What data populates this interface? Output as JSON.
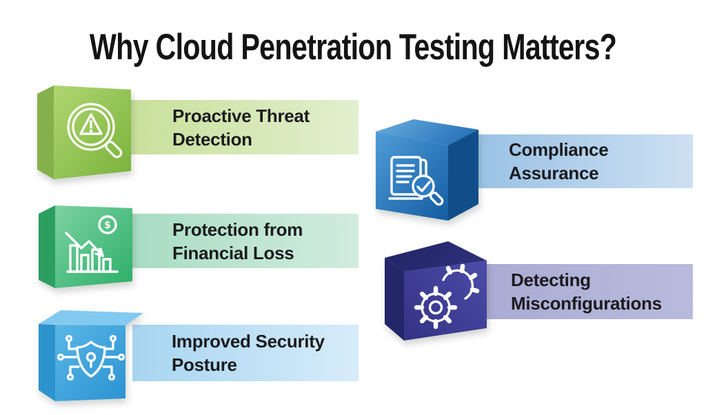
{
  "title": "Why Cloud Penetration Testing Matters?",
  "background": "#ffffff",
  "text_color": "#1b1b1e",
  "items": [
    {
      "id": "proactive-threat-detection",
      "line1": "Proactive Threat",
      "line2": "Detection",
      "icon": "magnifier-warning-icon",
      "colors": {
        "front_light": "#b0d672",
        "front_dark": "#79b23a",
        "side": "#85b04c",
        "banner_from": "#c6df96",
        "banner_to": "#e2efcf"
      }
    },
    {
      "id": "protection-from-financial-loss",
      "line1": "Protection from",
      "line2": "Financial Loss",
      "icon": "declining-chart-dollar-icon",
      "colors": {
        "front_light": "#7dd2a2",
        "front_dark": "#2caf68",
        "side": "#2b9f60",
        "banner_from": "#a4dbbf",
        "banner_to": "#d2ecdf"
      }
    },
    {
      "id": "improved-security-posture",
      "line1": "Improved Security",
      "line2": "Posture",
      "icon": "shield-circuit-icon",
      "colors": {
        "front_light": "#5ab7e7",
        "front_dark": "#2b92d2",
        "side": "#2d93cc",
        "top": "#82caef",
        "banner_from": "#a7d5f1",
        "banner_to": "#d7ecfa"
      }
    },
    {
      "id": "compliance-assurance",
      "line1": "Compliance",
      "line2": "Assurance",
      "icon": "document-check-magnifier-icon",
      "colors": {
        "front_light": "#4f9dd8",
        "front_dark": "#175fa4",
        "side": "#114e89",
        "top_light": "#68aede",
        "top_dark": "#2a74ba",
        "lens_fill": "#2e7cc0",
        "banner_from": "#93bee3",
        "banner_to": "#cde0f2"
      }
    },
    {
      "id": "detecting-misconfigurations",
      "line1": "Detecting",
      "line2": "Misconfigurations",
      "icon": "gears-icon",
      "colors": {
        "front_light": "#4d4ca8",
        "front_dark": "#333284",
        "side": "#24266a",
        "top_light": "#2d2f78",
        "top_dark": "#212465",
        "banner_from": "#a7a9d2",
        "banner_to": "#b9bbdd"
      }
    }
  ]
}
